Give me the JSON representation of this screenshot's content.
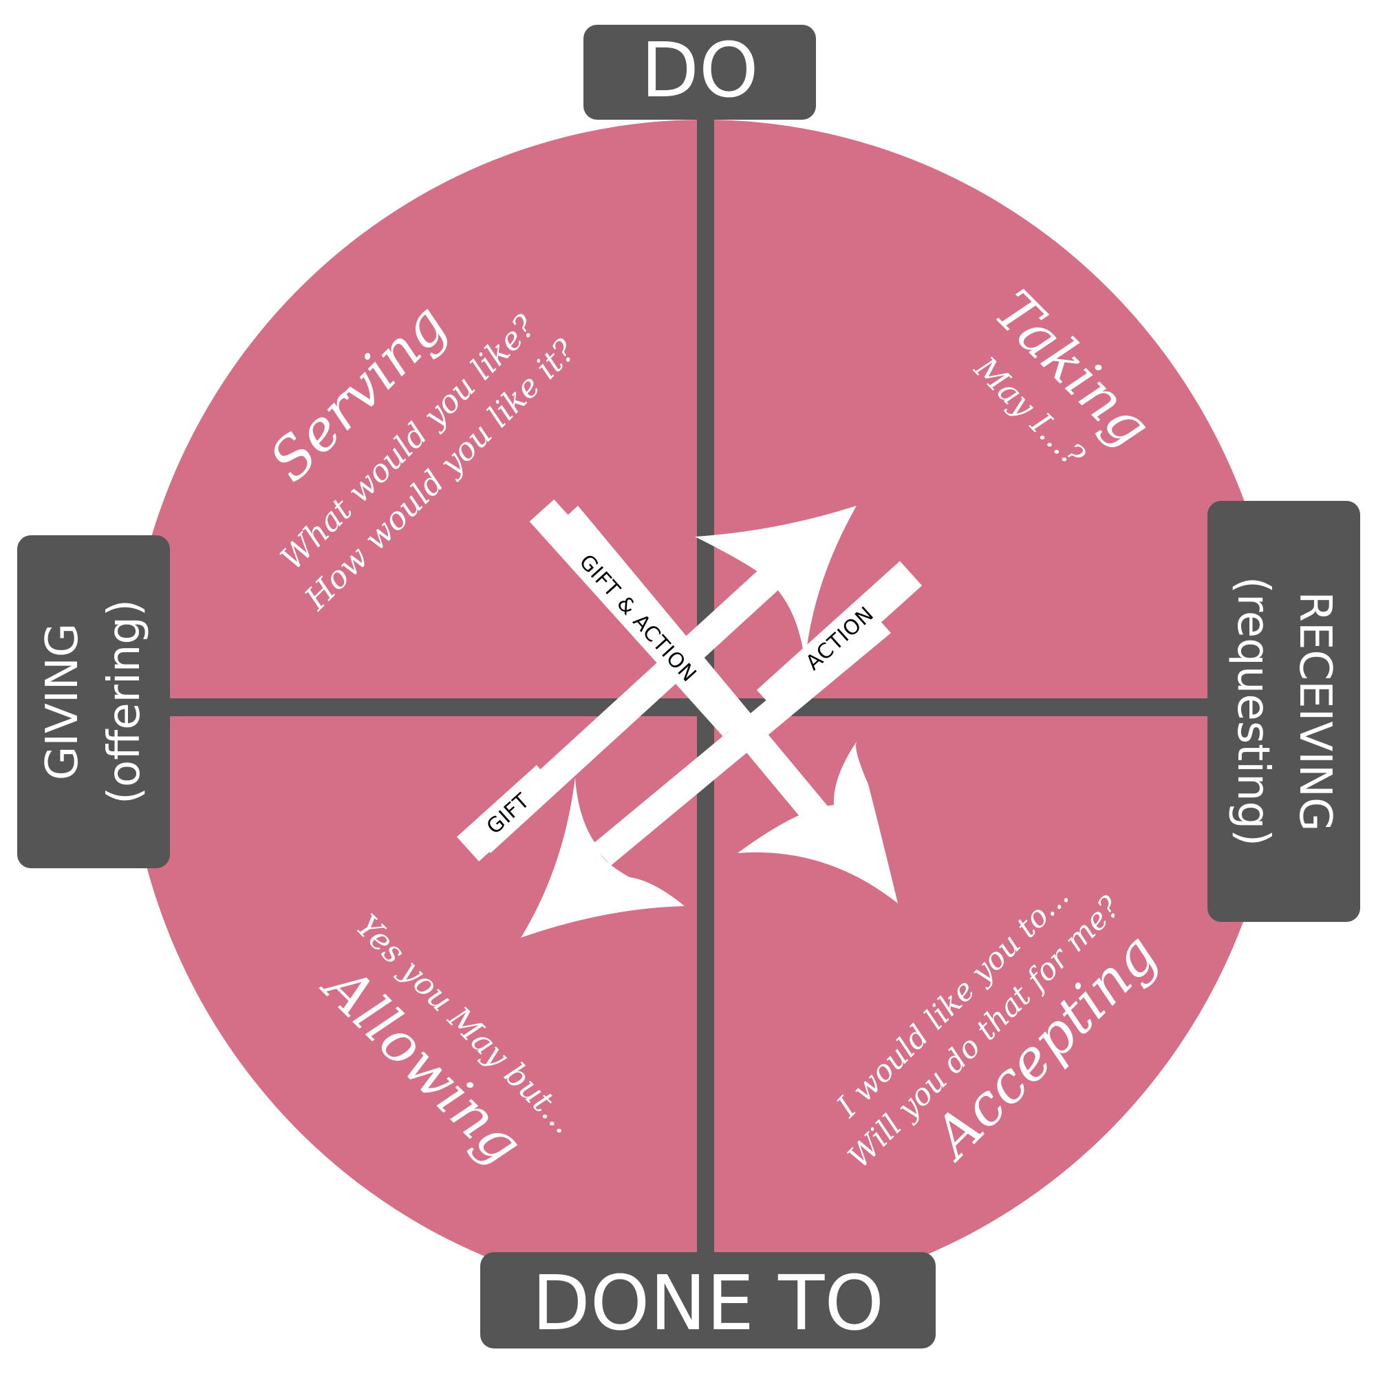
{
  "colors": {
    "quadrant_fill": "#d56f88",
    "divider": "#555555",
    "label_box": "#555555",
    "text_on_dark": "#ffffff",
    "arrow": "#ffffff",
    "band_text": "#000000"
  },
  "axes": {
    "top": "DO",
    "bottom": "DONE TO",
    "left_line1": "GIVING",
    "left_line2": "(offering)",
    "right_line1": "RECEIVING",
    "right_line2": "(requesting)"
  },
  "quadrants": {
    "top_left": {
      "title": "Serving",
      "line1": "What would you like?",
      "line2": "How would you like it?"
    },
    "top_right": {
      "title": "Taking",
      "line1": "May I...?"
    },
    "bottom_left": {
      "line1": "Yes you May but...",
      "title": "Allowing"
    },
    "bottom_right": {
      "line1": "I would like you to...",
      "line2": "Will you do that for me?",
      "title": "Accepting"
    }
  },
  "arrow_labels": {
    "gift_and_action": "GIFT & ACTION",
    "action": "ACTION",
    "gift": "GIFT"
  }
}
